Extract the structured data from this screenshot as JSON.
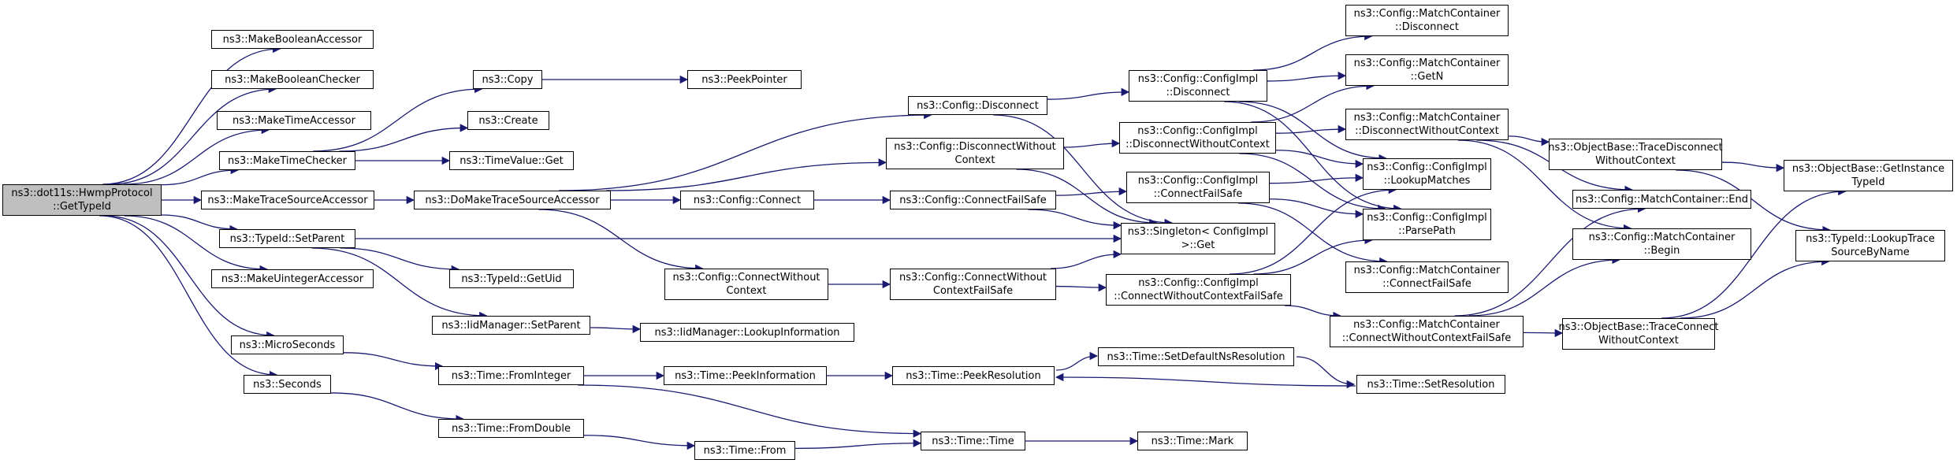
{
  "diagram": {
    "edge_color": "#191970",
    "root_fill": "#bfbfbf",
    "nodes": [
      {
        "id": "root",
        "lines": [
          "ns3::dot11s::HwmpProtocol",
          "::GetTypeId"
        ],
        "current": true
      },
      {
        "id": "mba",
        "lines": [
          "ns3::MakeBooleanAccessor"
        ]
      },
      {
        "id": "mbc",
        "lines": [
          "ns3::MakeBooleanChecker"
        ]
      },
      {
        "id": "mta",
        "lines": [
          "ns3::MakeTimeAccessor"
        ]
      },
      {
        "id": "mtc",
        "lines": [
          "ns3::MakeTimeChecker"
        ]
      },
      {
        "id": "mtsa",
        "lines": [
          "ns3::MakeTraceSourceAccessor"
        ]
      },
      {
        "id": "setparent",
        "lines": [
          "ns3::TypeId::SetParent"
        ]
      },
      {
        "id": "mua",
        "lines": [
          "ns3::MakeUintegerAccessor"
        ]
      },
      {
        "id": "micro",
        "lines": [
          "ns3::MicroSeconds"
        ]
      },
      {
        "id": "seconds",
        "lines": [
          "ns3::Seconds"
        ]
      },
      {
        "id": "copy",
        "lines": [
          "ns3::Copy"
        ]
      },
      {
        "id": "create",
        "lines": [
          "ns3::Create"
        ]
      },
      {
        "id": "tvget",
        "lines": [
          "ns3::TimeValue::Get"
        ]
      },
      {
        "id": "dotsa",
        "lines": [
          "ns3::DoMakeTraceSourceAccessor"
        ]
      },
      {
        "id": "getuid",
        "lines": [
          "ns3::TypeId::GetUid"
        ]
      },
      {
        "id": "iidsp",
        "lines": [
          "ns3::IidManager::SetParent"
        ]
      },
      {
        "id": "fromint",
        "lines": [
          "ns3::Time::FromInteger"
        ]
      },
      {
        "id": "fromdbl",
        "lines": [
          "ns3::Time::FromDouble"
        ]
      },
      {
        "id": "peekptr",
        "lines": [
          "ns3::PeekPointer"
        ]
      },
      {
        "id": "cdisc",
        "lines": [
          "ns3::Config::Disconnect"
        ]
      },
      {
        "id": "cdwc",
        "lines": [
          "ns3::Config::DisconnectWithout",
          "Context"
        ]
      },
      {
        "id": "cconn",
        "lines": [
          "ns3::Config::Connect"
        ]
      },
      {
        "id": "ccwc",
        "lines": [
          "ns3::Config::ConnectWithout",
          "Context"
        ]
      },
      {
        "id": "iidlookup",
        "lines": [
          "ns3::IidManager::LookupInformation"
        ]
      },
      {
        "id": "peekinfo",
        "lines": [
          "ns3::Time::PeekInformation"
        ]
      },
      {
        "id": "from",
        "lines": [
          "ns3::Time::From"
        ]
      },
      {
        "id": "cconnfs",
        "lines": [
          "ns3::Config::ConnectFailSafe"
        ]
      },
      {
        "id": "ccwcfs",
        "lines": [
          "ns3::Config::ConnectWithout",
          "ContextFailSafe"
        ]
      },
      {
        "id": "peekres",
        "lines": [
          "ns3::Time::PeekResolution"
        ]
      },
      {
        "id": "time",
        "lines": [
          "ns3::Time::Time"
        ]
      },
      {
        "id": "ccidisc",
        "lines": [
          "ns3::Config::ConfigImpl",
          "::Disconnect"
        ]
      },
      {
        "id": "ccidwc",
        "lines": [
          "ns3::Config::ConfigImpl",
          "::DisconnectWithoutContext"
        ]
      },
      {
        "id": "ccicfs",
        "lines": [
          "ns3::Config::ConfigImpl",
          "::ConnectFailSafe"
        ]
      },
      {
        "id": "singleton",
        "lines": [
          "ns3::Singleton< ConfigImpl",
          ">::Get"
        ]
      },
      {
        "id": "ccicwcfs",
        "lines": [
          "ns3::Config::ConfigImpl",
          "::ConnectWithoutContextFailSafe"
        ]
      },
      {
        "id": "setdefns",
        "lines": [
          "ns3::Time::SetDefaultNsResolution"
        ]
      },
      {
        "id": "setres",
        "lines": [
          "ns3::Time::SetResolution"
        ]
      },
      {
        "id": "mark",
        "lines": [
          "ns3::Time::Mark"
        ]
      },
      {
        "id": "mcdisc",
        "lines": [
          "ns3::Config::MatchContainer",
          "::Disconnect"
        ]
      },
      {
        "id": "mcgetn",
        "lines": [
          "ns3::Config::MatchContainer",
          "::GetN"
        ]
      },
      {
        "id": "mcdwc",
        "lines": [
          "ns3::Config::MatchContainer",
          "::DisconnectWithoutContext"
        ]
      },
      {
        "id": "lookup",
        "lines": [
          "ns3::Config::ConfigImpl",
          "::LookupMatches"
        ]
      },
      {
        "id": "parse",
        "lines": [
          "ns3::Config::ConfigImpl",
          "::ParsePath"
        ]
      },
      {
        "id": "mccfs",
        "lines": [
          "ns3::Config::MatchContainer",
          "::ConnectFailSafe"
        ]
      },
      {
        "id": "mccwcfs",
        "lines": [
          "ns3::Config::MatchContainer",
          "::ConnectWithoutContextFailSafe"
        ]
      },
      {
        "id": "obtdwc",
        "lines": [
          "ns3::ObjectBase::TraceDisconnect",
          "WithoutContext"
        ]
      },
      {
        "id": "mcend",
        "lines": [
          "ns3::Config::MatchContainer::End"
        ]
      },
      {
        "id": "mcbegin",
        "lines": [
          "ns3::Config::MatchContainer",
          "::Begin"
        ]
      },
      {
        "id": "obtcwc",
        "lines": [
          "ns3::ObjectBase::TraceConnect",
          "WithoutContext"
        ]
      },
      {
        "id": "obgit",
        "lines": [
          "ns3::ObjectBase::GetInstance",
          "TypeId"
        ]
      },
      {
        "id": "tidlookup",
        "lines": [
          "ns3::TypeId::LookupTrace",
          "SourceByName"
        ]
      }
    ],
    "edges": [
      [
        "root",
        "mba"
      ],
      [
        "root",
        "mbc"
      ],
      [
        "root",
        "mta"
      ],
      [
        "root",
        "mtc"
      ],
      [
        "root",
        "mtsa"
      ],
      [
        "root",
        "setparent"
      ],
      [
        "root",
        "mua"
      ],
      [
        "root",
        "micro"
      ],
      [
        "root",
        "seconds"
      ],
      [
        "mtc",
        "copy"
      ],
      [
        "mtc",
        "create"
      ],
      [
        "mtc",
        "tvget"
      ],
      [
        "copy",
        "peekptr"
      ],
      [
        "mtsa",
        "dotsa"
      ],
      [
        "dotsa",
        "cdisc"
      ],
      [
        "dotsa",
        "cdwc"
      ],
      [
        "dotsa",
        "cconn"
      ],
      [
        "dotsa",
        "ccwc"
      ],
      [
        "setparent",
        "getuid"
      ],
      [
        "setparent",
        "iidsp"
      ],
      [
        "setparent",
        "singleton"
      ],
      [
        "iidsp",
        "iidlookup"
      ],
      [
        "micro",
        "fromint"
      ],
      [
        "seconds",
        "fromdbl"
      ],
      [
        "fromint",
        "peekinfo"
      ],
      [
        "fromint",
        "time"
      ],
      [
        "fromdbl",
        "from"
      ],
      [
        "from",
        "time"
      ],
      [
        "peekinfo",
        "peekres"
      ],
      [
        "peekres",
        "setdefns"
      ],
      [
        "setdefns",
        "setres"
      ],
      [
        "setres",
        "peekres"
      ],
      [
        "time",
        "mark"
      ],
      [
        "cdisc",
        "ccidisc"
      ],
      [
        "cdisc",
        "singleton"
      ],
      [
        "cdwc",
        "ccidwc"
      ],
      [
        "cdwc",
        "singleton"
      ],
      [
        "cconn",
        "cconnfs"
      ],
      [
        "ccwc",
        "ccwcfs"
      ],
      [
        "cconnfs",
        "ccicfs"
      ],
      [
        "cconnfs",
        "singleton"
      ],
      [
        "ccwcfs",
        "ccicwcfs"
      ],
      [
        "ccwcfs",
        "singleton"
      ],
      [
        "ccidisc",
        "mcdisc"
      ],
      [
        "ccidisc",
        "mcgetn"
      ],
      [
        "ccidisc",
        "lookup"
      ],
      [
        "ccidisc",
        "parse"
      ],
      [
        "ccidwc",
        "mcgetn"
      ],
      [
        "ccidwc",
        "mcdwc"
      ],
      [
        "ccidwc",
        "lookup"
      ],
      [
        "ccidwc",
        "parse"
      ],
      [
        "ccicfs",
        "lookup"
      ],
      [
        "ccicfs",
        "parse"
      ],
      [
        "ccicfs",
        "mccfs"
      ],
      [
        "ccicwcfs",
        "lookup"
      ],
      [
        "ccicwcfs",
        "parse"
      ],
      [
        "ccicwcfs",
        "mccwcfs"
      ],
      [
        "mcdwc",
        "obtdwc"
      ],
      [
        "mcdwc",
        "mcend"
      ],
      [
        "mcdwc",
        "mcbegin"
      ],
      [
        "mccwcfs",
        "obtcwc"
      ],
      [
        "mccwcfs",
        "mcend"
      ],
      [
        "mccwcfs",
        "mcbegin"
      ],
      [
        "obtdwc",
        "obgit"
      ],
      [
        "obtdwc",
        "tidlookup"
      ],
      [
        "obtcwc",
        "obgit"
      ],
      [
        "obtcwc",
        "tidlookup"
      ]
    ]
  }
}
